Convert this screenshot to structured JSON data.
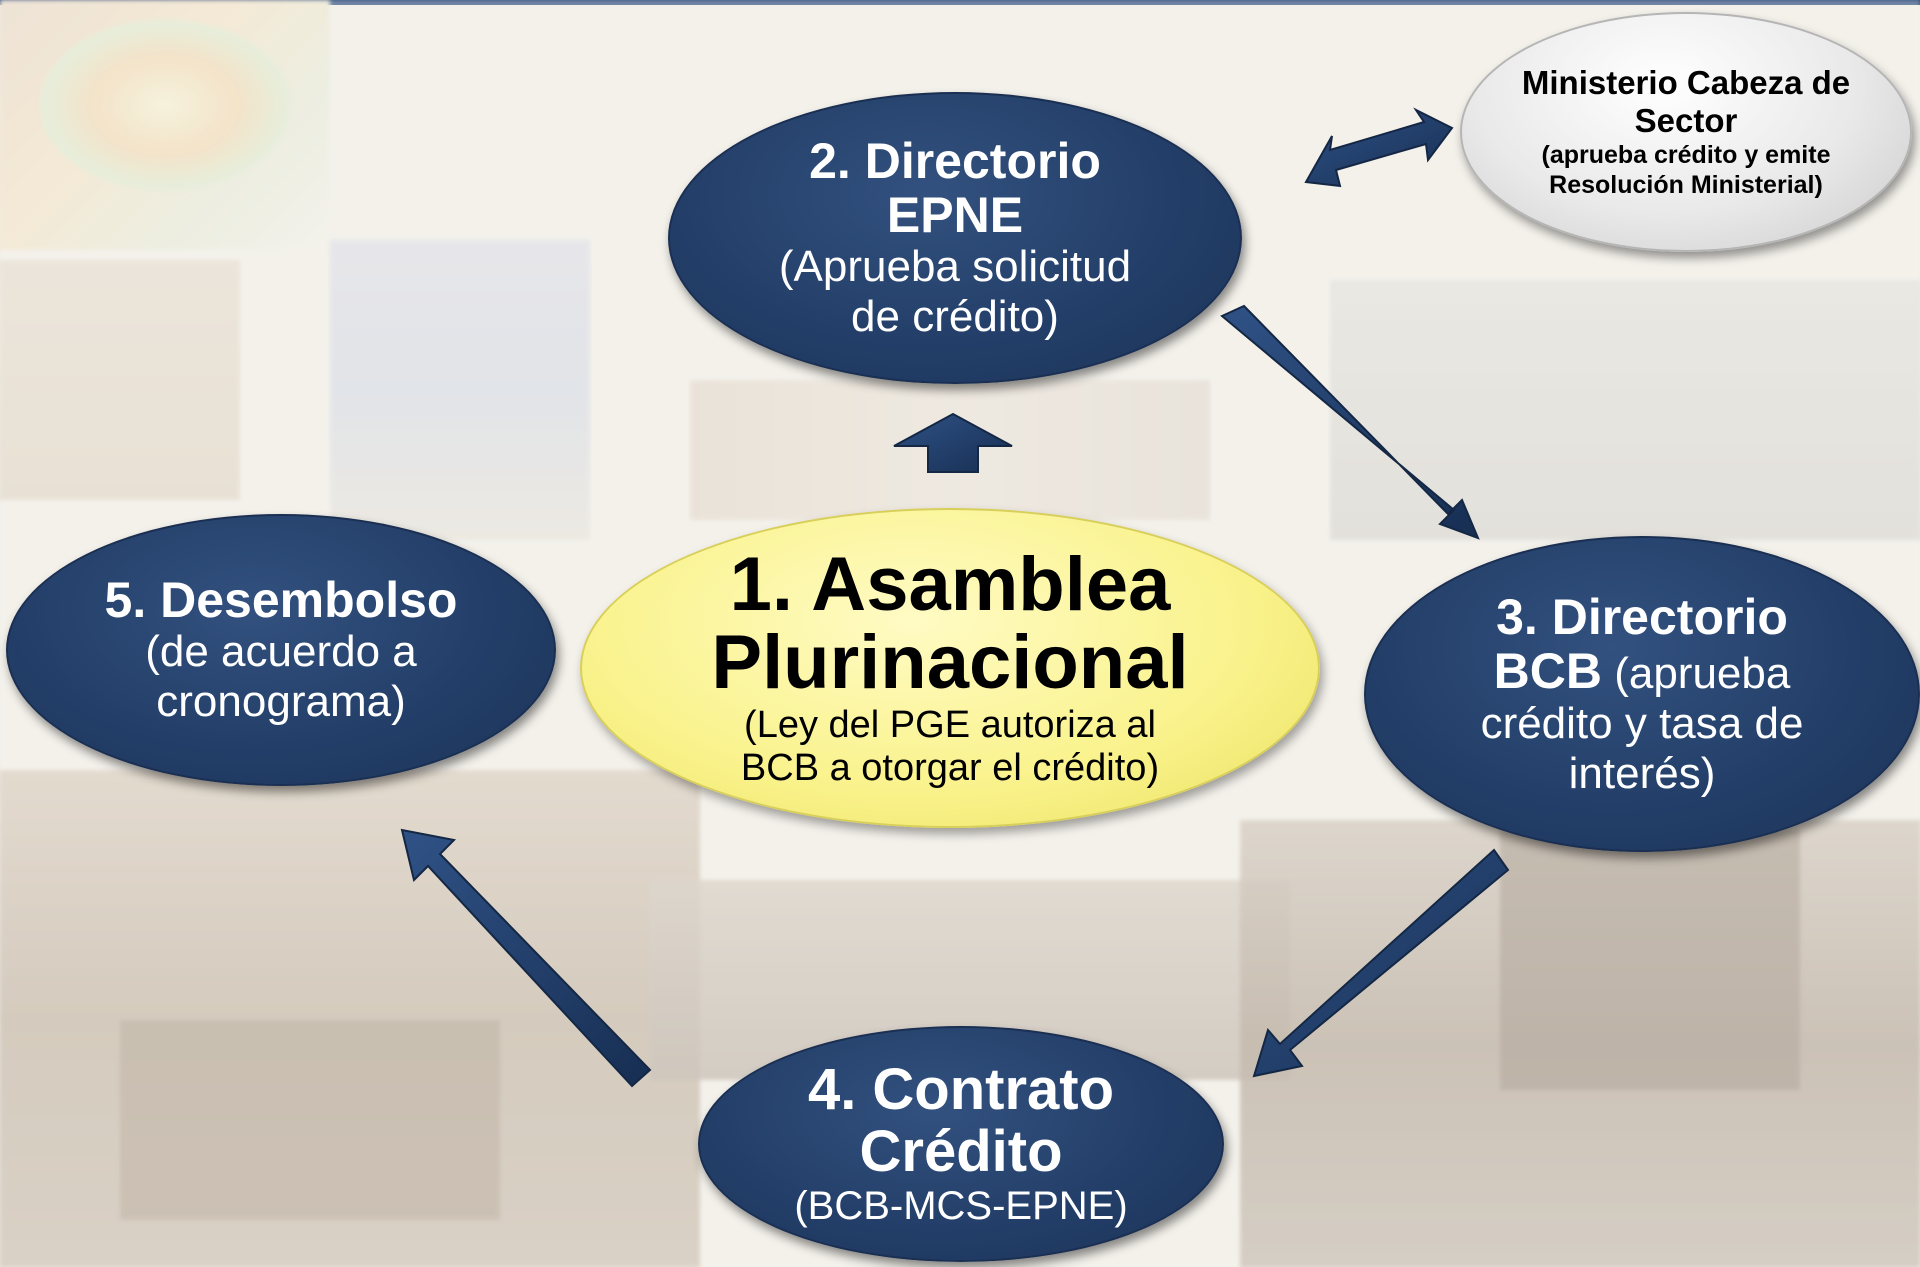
{
  "nodes": {
    "asamblea": {
      "title_line1": "1. Asamblea",
      "title_line2": "Plurinacional",
      "desc_line1": "(Ley del PGE autoriza al",
      "desc_line2": "BCB a otorgar el crédito)"
    },
    "directorio_epne": {
      "title_line1": "2. Directorio",
      "title_line2": "EPNE",
      "desc_line1": "(Aprueba solicitud",
      "desc_line2": "de crédito)"
    },
    "directorio_bcb": {
      "title_line1": "3. Directorio",
      "title_bold2": "BCB",
      "desc_inline": " (aprueba",
      "desc_line2": "crédito y tasa de",
      "desc_line3": "interés)"
    },
    "contrato": {
      "title_line1": "4. Contrato",
      "title_line2": "Crédito",
      "desc_line1": "(BCB-MCS-EPNE)"
    },
    "desembolso": {
      "title_line1": "5. Desembolso",
      "desc_line1": "(de acuerdo a",
      "desc_line2": "cronograma)"
    },
    "ministerio": {
      "title_line1": "Ministerio Cabeza de",
      "title_line2": "Sector",
      "desc_line1": "(aprueba crédito y emite",
      "desc_line2": "Resolución Ministerial)"
    }
  },
  "colors": {
    "dark_node": "#233f69",
    "yellow_node": "#f9f28a",
    "gray_node": "#e9e9e9",
    "arrow": "#1f3a63",
    "top_bar": "#2b4b7c"
  }
}
